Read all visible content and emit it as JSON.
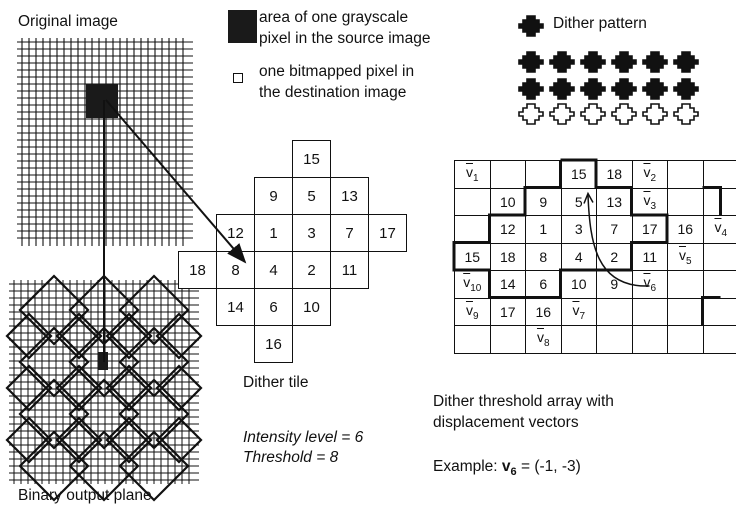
{
  "labels": {
    "original_image": "Original image",
    "binary_output": "Binary output plane",
    "legend_gray_line1": "area of one grayscale",
    "legend_gray_line2": "pixel in the source image",
    "legend_bit_line1": "one bitmapped pixel in",
    "legend_bit_line2": "the destination image",
    "dither_pattern": "Dither pattern",
    "dither_tile": "Dither tile",
    "intensity": "Intensity level = 6",
    "threshold": "Threshold = 8",
    "array_caption_line1": "Dither threshold array with",
    "array_caption_line2": "displacement vectors",
    "example_prefix": "Example: ",
    "example_var": "v",
    "example_sub": "6",
    "example_value": " = (-1, -3)"
  },
  "dither_tile": {
    "rows": [
      [
        {
          "col": 2,
          "v": "15"
        }
      ],
      [
        {
          "col": 1,
          "v": "9"
        },
        {
          "col": 2,
          "v": "5"
        },
        {
          "col": 3,
          "v": "13"
        }
      ],
      [
        {
          "col": 0,
          "v": "12"
        },
        {
          "col": 1,
          "v": "1"
        },
        {
          "col": 2,
          "v": "3"
        },
        {
          "col": 3,
          "v": "7"
        },
        {
          "col": 4,
          "v": "17"
        }
      ],
      [
        {
          "col": -1,
          "v": "18"
        },
        {
          "col": 0,
          "v": "8"
        },
        {
          "col": 1,
          "v": "4"
        },
        {
          "col": 2,
          "v": "2"
        },
        {
          "col": 3,
          "v": "11"
        }
      ],
      [
        {
          "col": 0,
          "v": "14"
        },
        {
          "col": 1,
          "v": "6"
        },
        {
          "col": 2,
          "v": "10"
        }
      ],
      [
        {
          "col": 1,
          "v": "16"
        }
      ]
    ]
  },
  "threshold_array": {
    "rows": [
      [
        "v1",
        "",
        "",
        "15",
        "18",
        "v2",
        "",
        ""
      ],
      [
        "",
        "10",
        "9",
        "5",
        "13",
        "v3",
        "",
        ""
      ],
      [
        "",
        "12",
        "1",
        "3",
        "7",
        "17",
        "16",
        "v4"
      ],
      [
        "15",
        "18",
        "8",
        "4",
        "2",
        "11",
        "v5",
        ""
      ],
      [
        "v10",
        "14",
        "6",
        "10",
        "9",
        "v6",
        "",
        ""
      ],
      [
        "v9",
        "17",
        "16",
        "v7",
        "",
        "",
        "",
        ""
      ],
      [
        "",
        "",
        "v8",
        "",
        "",
        "",
        "",
        ""
      ]
    ]
  }
}
